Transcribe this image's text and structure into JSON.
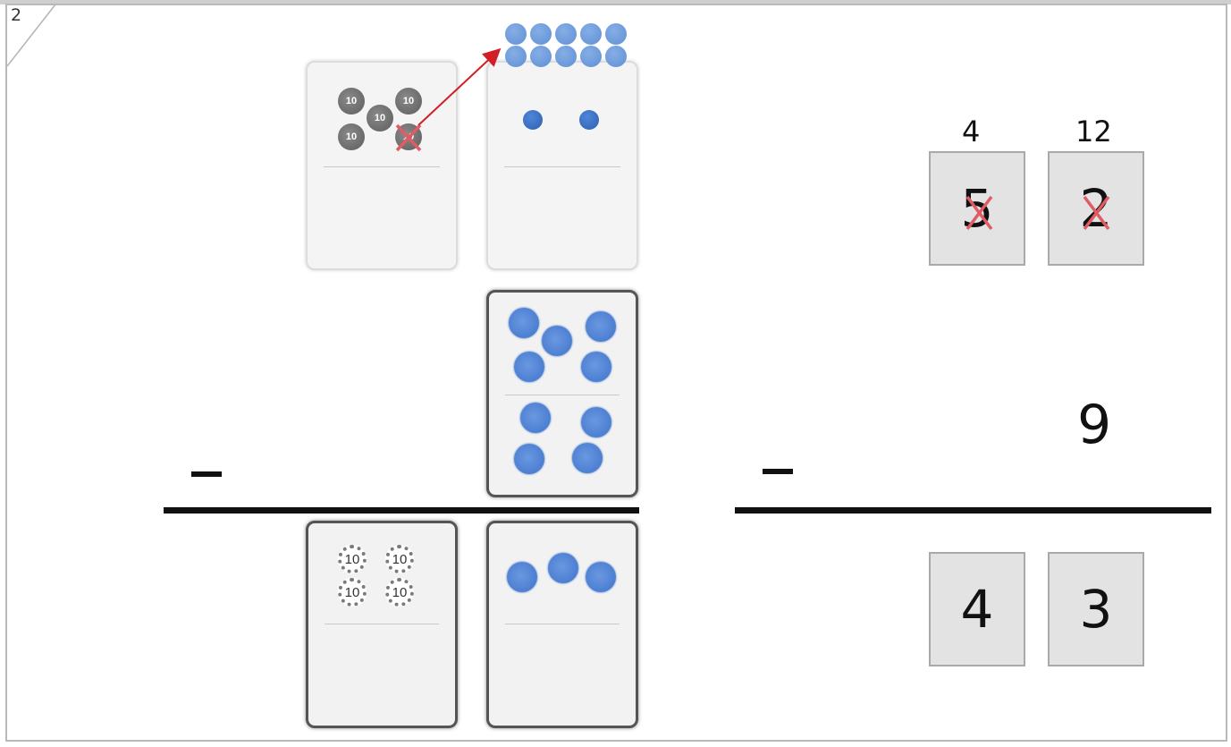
{
  "page": {
    "number": "2"
  },
  "place_value_cards": {
    "top_tens": {
      "coins": [
        "10",
        "10",
        "10",
        "10",
        "10"
      ],
      "crossed_out": "10"
    },
    "top_ones": {
      "dots": 2,
      "regrouped_ones": 10
    },
    "middle_ones": {
      "dots": 9
    },
    "bottom_tens": {
      "coins": [
        "10",
        "10",
        "10",
        "10"
      ]
    },
    "bottom_ones": {
      "dots": 3
    }
  },
  "equation": {
    "regroup_tens": "4",
    "regroup_ones": "12",
    "minuend": [
      "5",
      "2"
    ],
    "subtrahend": "9",
    "operator": "−",
    "difference": [
      "4",
      "3"
    ]
  },
  "colors": {
    "mark": "#e05c63",
    "dot": "#3f74cc",
    "rule": "#111111"
  }
}
